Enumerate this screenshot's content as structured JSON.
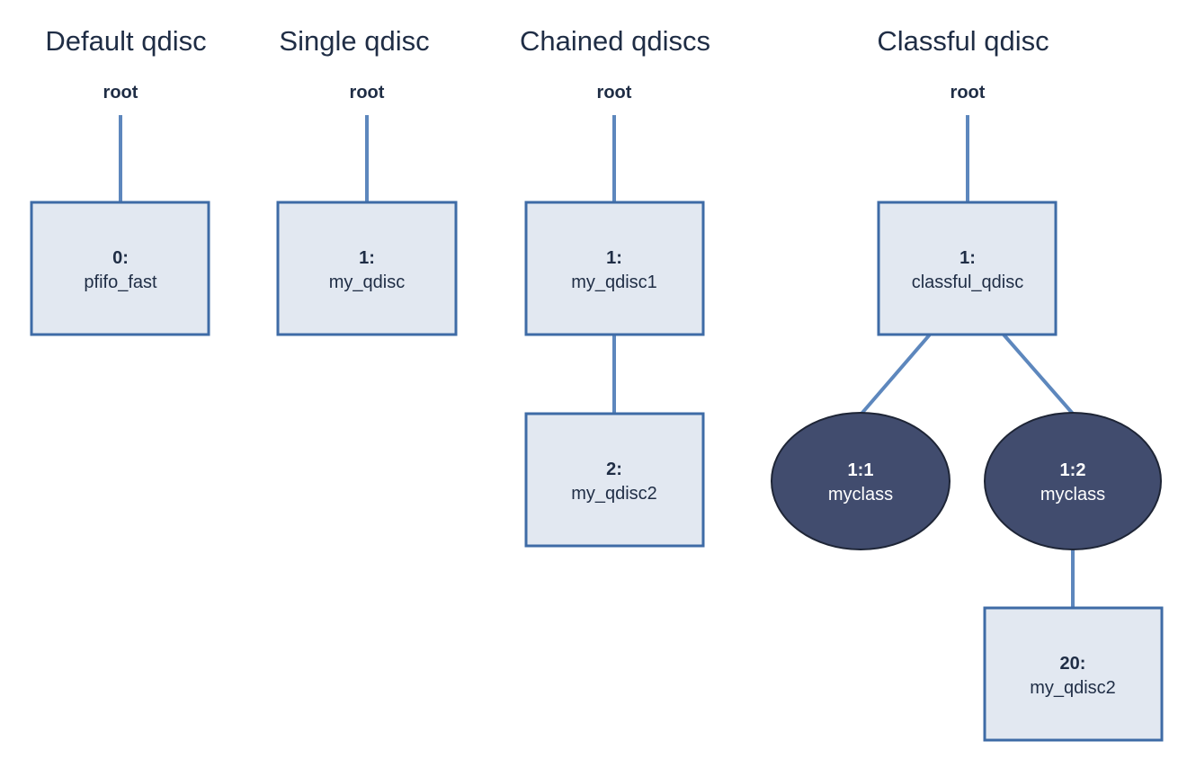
{
  "diagrams": [
    {
      "title": "Default qdisc",
      "root_label": "root",
      "nodes": [
        {
          "id": "0:",
          "name": "pfifo_fast",
          "shape": "box"
        }
      ]
    },
    {
      "title": "Single qdisc",
      "root_label": "root",
      "nodes": [
        {
          "id": "1:",
          "name": "my_qdisc",
          "shape": "box"
        }
      ]
    },
    {
      "title": "Chained qdiscs",
      "root_label": "root",
      "nodes": [
        {
          "id": "1:",
          "name": "my_qdisc1",
          "shape": "box"
        },
        {
          "id": "2:",
          "name": "my_qdisc2",
          "shape": "box"
        }
      ]
    },
    {
      "title": "Classful qdisc",
      "root_label": "root",
      "nodes": [
        {
          "id": "1:",
          "name": "classful_qdisc",
          "shape": "box"
        },
        {
          "id": "1:1",
          "name": "myclass",
          "shape": "ellipse"
        },
        {
          "id": "1:2",
          "name": "myclass",
          "shape": "ellipse"
        },
        {
          "id": "20:",
          "name": "my_qdisc2",
          "shape": "box"
        }
      ]
    }
  ],
  "colors": {
    "box_fill": "#e2e8f1",
    "box_stroke": "#3e6ba6",
    "ellipse_fill": "#414c6e",
    "edge": "#5d87bd",
    "text_dark": "#1f2d45",
    "text_light": "#ffffff"
  }
}
